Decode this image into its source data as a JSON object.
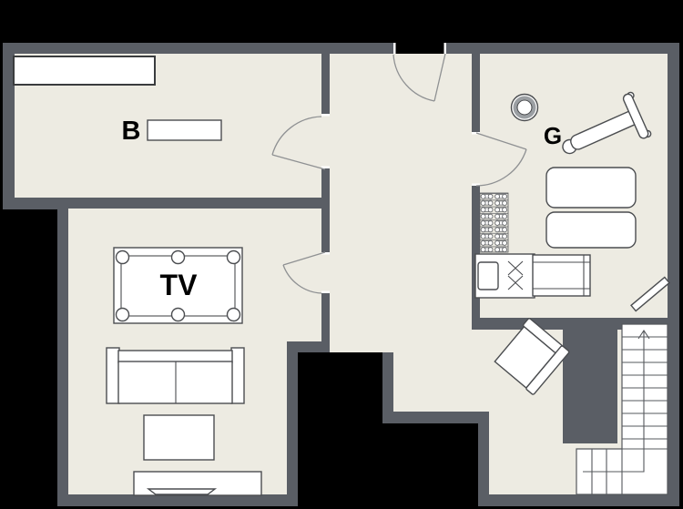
{
  "title": "Apartment floor plan",
  "colors": {
    "background": "#000000",
    "wall": "#5a5e65",
    "floor": "#edebe2",
    "furniture_fill": "#ffffff",
    "furniture_stroke": "#4b4d50",
    "door_stroke": "#8f9193",
    "stair_stroke": "#55585c",
    "label": "#000000"
  },
  "labels": {
    "bedroom": "B",
    "living_room": "TV",
    "gym": "G"
  },
  "rooms": [
    {
      "id": "bedroom",
      "label": "B",
      "furniture": [
        "wardrobe",
        "side-table"
      ]
    },
    {
      "id": "living-room",
      "label": "TV",
      "furniture": [
        "pool-table",
        "sofa",
        "coffee-table",
        "tv-stand",
        "tv"
      ]
    },
    {
      "id": "gym",
      "label": "G",
      "furniture": [
        "stool",
        "weight-bench",
        "exercise-mat",
        "exercise-mat",
        "dumbbell-rack",
        "treadmill",
        "mirror"
      ]
    },
    {
      "id": "hallway",
      "label": "",
      "furniture": [
        "armchair"
      ]
    }
  ],
  "stairs": {
    "direction": "up"
  }
}
